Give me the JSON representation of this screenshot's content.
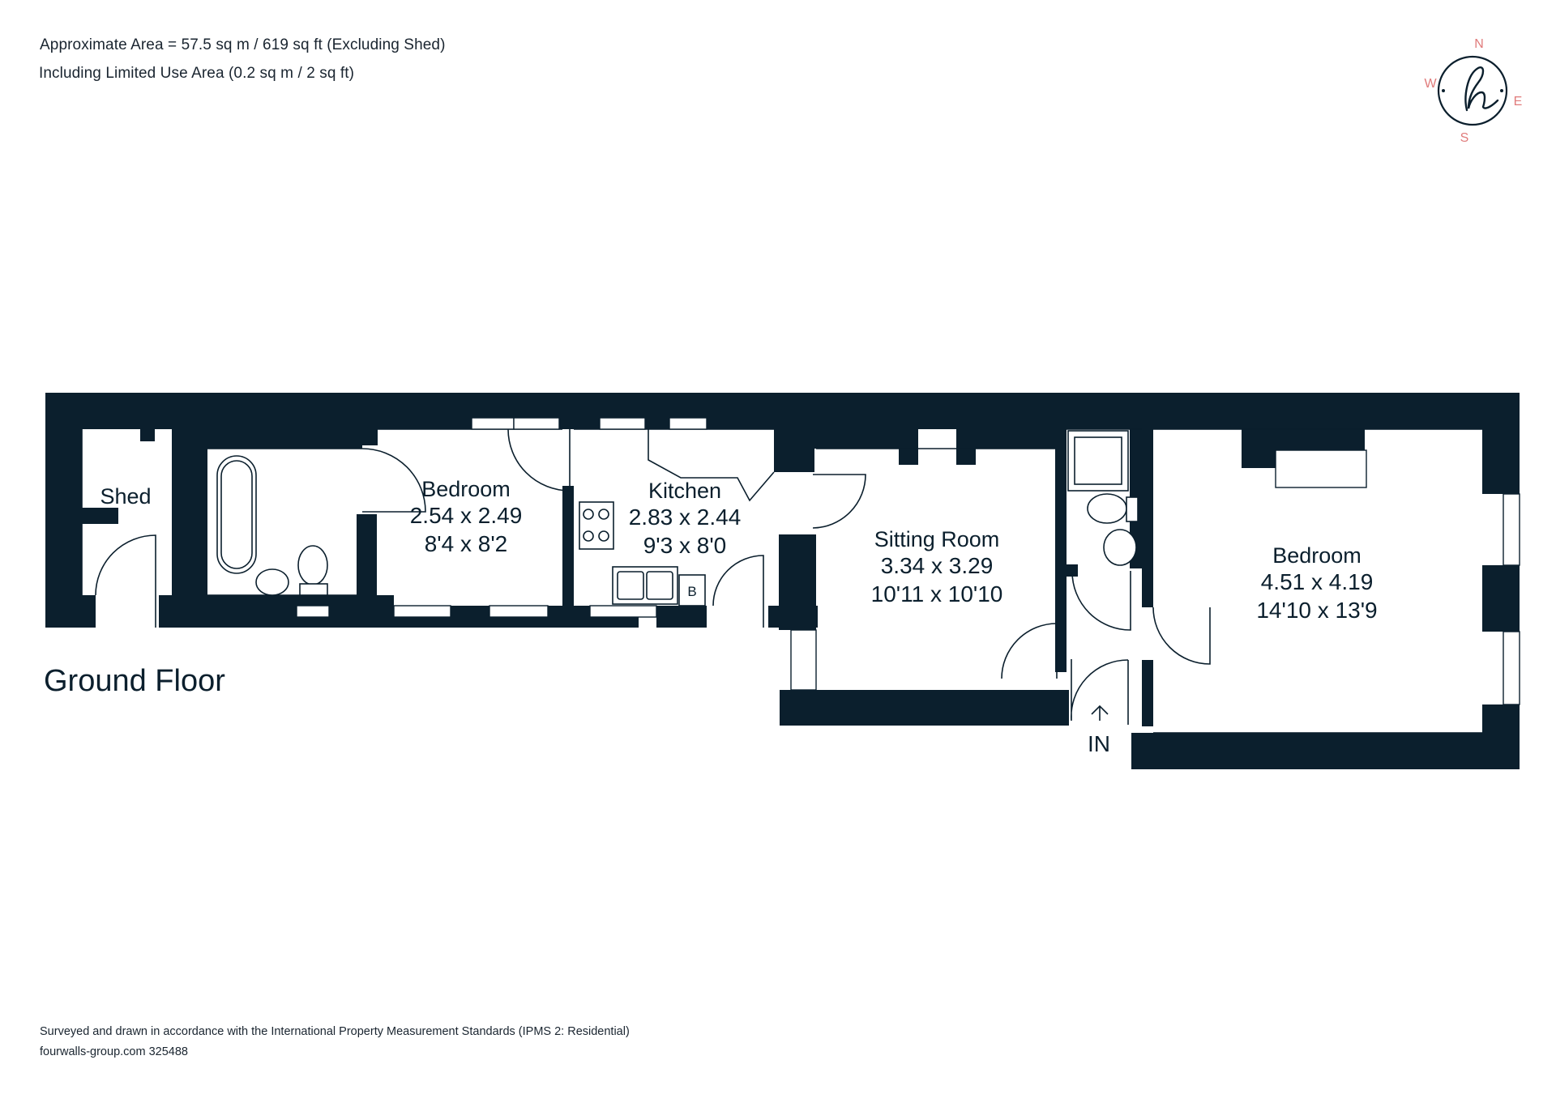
{
  "header": {
    "area_line_1": "Approximate Area = 57.5 sq m / 619 sq ft (Excluding Shed)",
    "area_line_2": "Including Limited Use Area (0.2 sq m / 2 sq ft)"
  },
  "compass": {
    "north": "N",
    "south": "S",
    "east": "E",
    "west": "W",
    "accent_color": "#e07b7b",
    "logo_icon": "script-h-logo-icon"
  },
  "floor": {
    "title": "Ground Floor",
    "entrance_label": "IN",
    "rooms": [
      {
        "id": "shed",
        "name": "Shed",
        "metric": "",
        "imperial": ""
      },
      {
        "id": "bedroom-1",
        "name": "Bedroom",
        "metric": "2.54 x 2.49",
        "imperial": "8'4 x 8'2"
      },
      {
        "id": "kitchen",
        "name": "Kitchen",
        "metric": "2.83 x 2.44",
        "imperial": "9'3 x 8'0"
      },
      {
        "id": "sitting-room",
        "name": "Sitting Room",
        "metric": "3.34 x 3.29",
        "imperial": "10'11 x 10'10"
      },
      {
        "id": "bedroom-2",
        "name": "Bedroom",
        "metric": "4.51 x 4.19",
        "imperial": "14'10 x 13'9"
      }
    ],
    "boiler_label": "B"
  },
  "footer": {
    "line_1": "Surveyed and drawn in accordance with the International Property Measurement Standards (IPMS 2: Residential)",
    "line_2": "fourwalls-group.com 325488"
  },
  "colors": {
    "wall": "#0b1f2d",
    "background": "#ffffff"
  }
}
